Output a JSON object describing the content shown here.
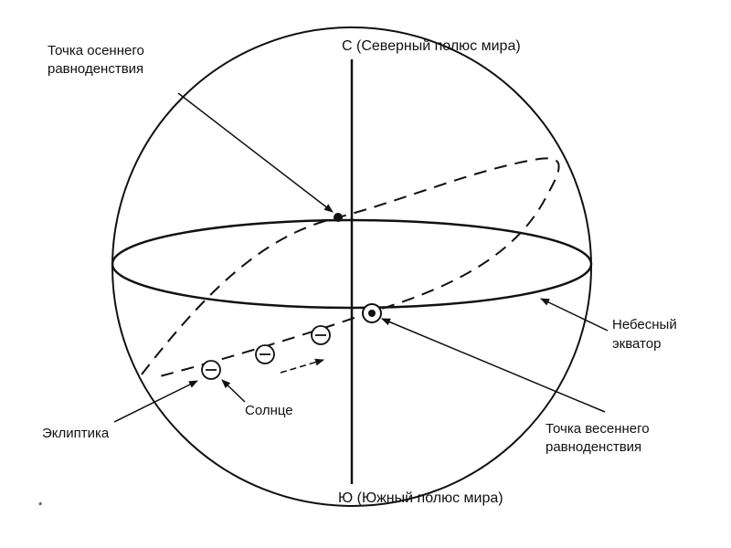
{
  "labels": {
    "north_pole": "С (Северный полюс мира)",
    "south_pole": "Ю (Южный полюс мира)",
    "autumn_equinox_line1": "Точка осеннего",
    "autumn_equinox_line2": "равноденствия",
    "spring_equinox_line1": "Точка весеннего",
    "spring_equinox_line2": "равноденствия",
    "celestial_equator_line1": "Небесный",
    "celestial_equator_line2": "экватор",
    "ecliptic": "Эклиптика",
    "sun": "Солнце",
    "footnote_mark": "*"
  },
  "colors": {
    "ink": "#111111",
    "background": "#ffffff"
  }
}
